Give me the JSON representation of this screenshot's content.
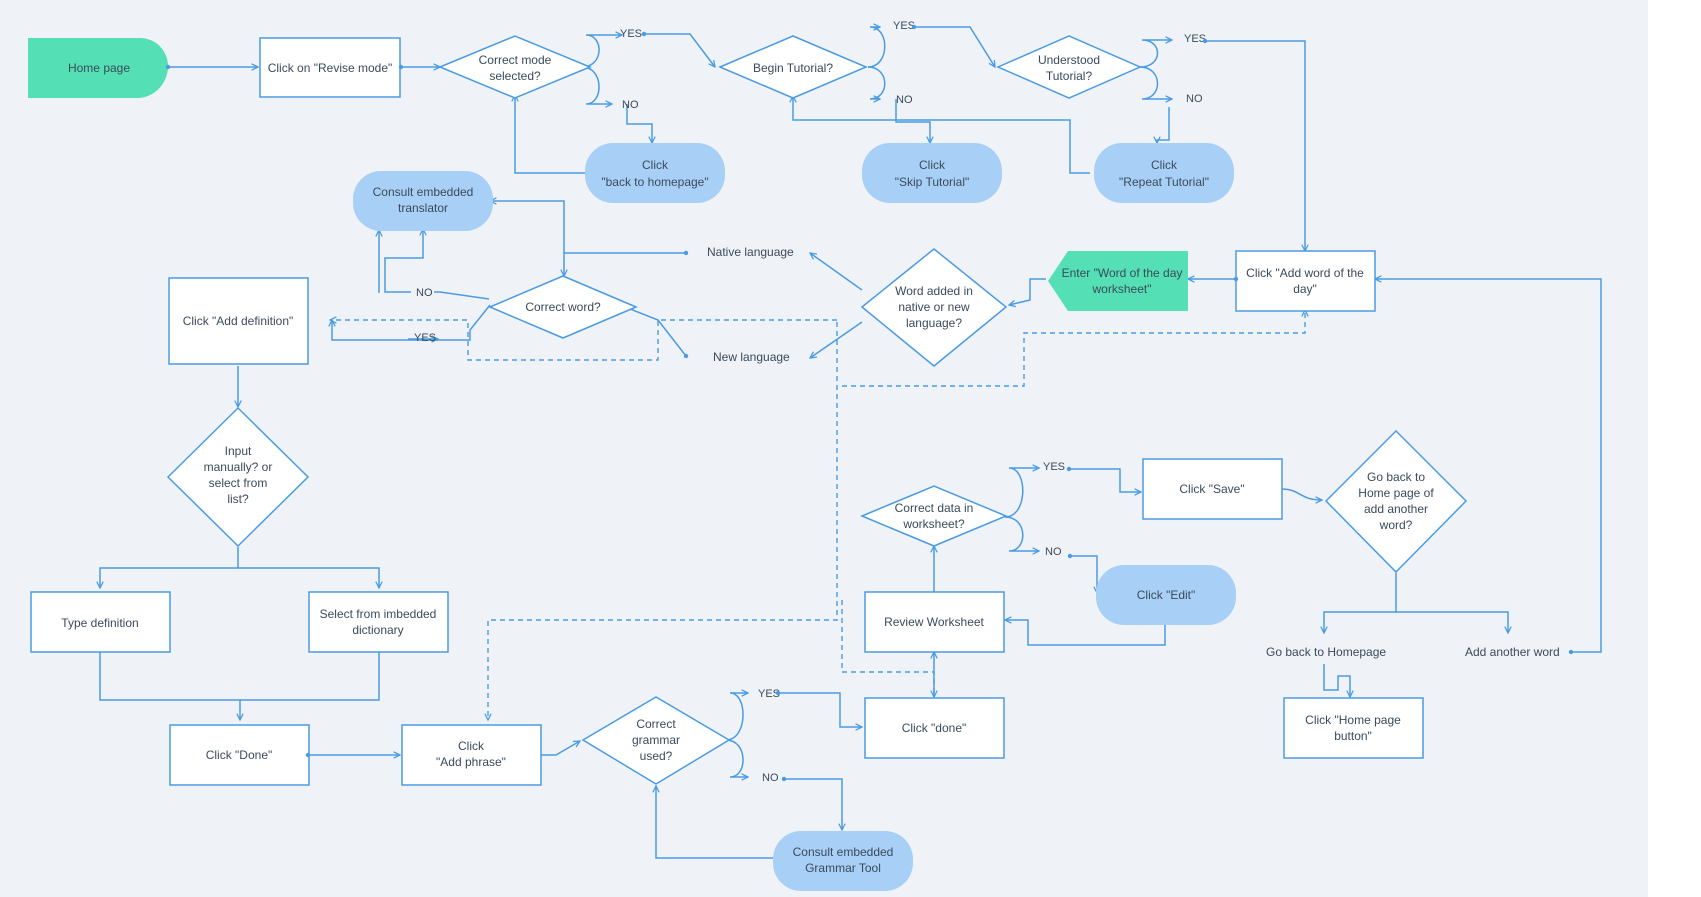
{
  "colors": {
    "background": "#eff3f7",
    "line": "#4a9be3",
    "box_stroke": "#4a9be3",
    "box_fill": "#ffffff",
    "terminal_green": "#54e0b4",
    "rounded_blue": "#a8d0f7",
    "text": "#3a4a5a"
  },
  "nodes": {
    "home_page": "Home page",
    "click_revise_mode": "Click on \"Revise mode\"",
    "correct_mode": [
      "Correct mode",
      "selected?"
    ],
    "begin_tutorial": "Begin Tutorial?",
    "understood_tutorial": [
      "Understood",
      "Tutorial?"
    ],
    "click_back_homepage": [
      "Click",
      "\"back to homepage\""
    ],
    "click_skip_tutorial": [
      "Click",
      "\"Skip Tutorial\""
    ],
    "click_repeat_tutorial": [
      "Click",
      "\"Repeat Tutorial\""
    ],
    "consult_translator": [
      "Consult embedded",
      "translator"
    ],
    "correct_word": "Correct word?",
    "word_added": [
      "Word added in",
      "native or new",
      "language?"
    ],
    "enter_wotd": [
      "Enter \"Word of the day",
      "worksheet\""
    ],
    "click_add_wotd": [
      "Click \"Add word of the",
      "day\""
    ],
    "click_add_definition": "Click \"Add definition\"",
    "input_manually": [
      "Input",
      "manually? or",
      "select from",
      "list?"
    ],
    "type_definition": "Type definition",
    "select_dictionary": [
      "Select from imbedded",
      "dictionary"
    ],
    "click_done_1": "Click \"Done\"",
    "click_add_phrase": [
      "Click",
      "\"Add phrase\""
    ],
    "correct_grammar": [
      "Correct",
      "grammar",
      "used?"
    ],
    "consult_grammar": [
      "Consult embedded",
      "Grammar Tool"
    ],
    "click_done_2": "Click \"done\"",
    "review_worksheet": "Review Worksheet",
    "correct_data": [
      "Correct data in",
      "worksheet?"
    ],
    "click_save": "Click \"Save\"",
    "click_edit": "Click \"Edit\"",
    "go_back_question": [
      "Go back to",
      "Home page of",
      "add another",
      "word?"
    ],
    "click_home_button": [
      "Click \"Home page",
      "button\""
    ]
  },
  "labels": {
    "yes": "YES",
    "no": "NO",
    "native_language": "Native language",
    "new_language": "New language",
    "go_back_homepage": "Go back to Homepage",
    "add_another_word": "Add another word"
  }
}
